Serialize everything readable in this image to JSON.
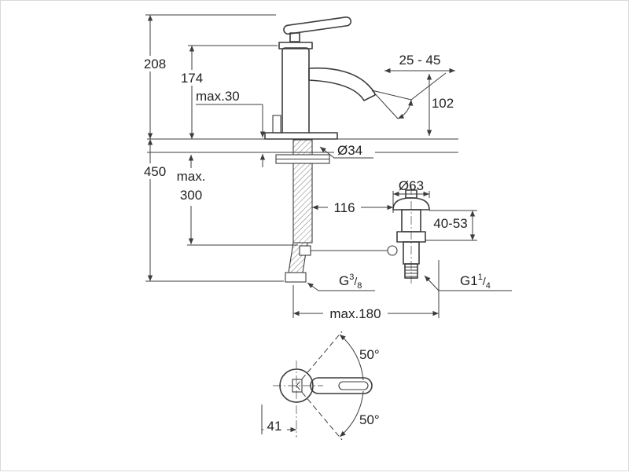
{
  "drawing": {
    "kind": "faucet-installation-dimension-drawing",
    "line_color": "#3c3c3c",
    "text_color": "#222222",
    "background": "#ffffff"
  },
  "labels": {
    "overall_height": "208",
    "body_height": "174",
    "deck_thickness": "max.30",
    "aerator_angle_range": "25 - 45",
    "spout_outlet_height": "102",
    "base_diameter": "Ø34",
    "below_deck_max_1": "max.",
    "below_deck_max_2": "300",
    "supply_length": "450",
    "center_distance": "116",
    "waste_flange_diameter": "Ø63",
    "waste_mount_range": "40-53",
    "rod_reach_max": "max.180",
    "swivel_upper": "50°",
    "swivel_lower": "50°",
    "handle_offset": "41",
    "hose_thread": {
      "prefix": "G",
      "sup": "3",
      "slash": "/",
      "sub": "8"
    },
    "waste_thread": {
      "prefix": "G1",
      "sup": "1",
      "slash": "/",
      "sub": "4"
    }
  }
}
